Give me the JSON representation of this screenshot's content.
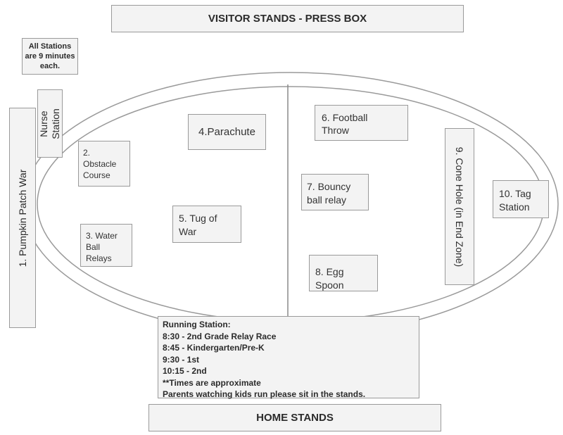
{
  "header": {
    "visitor_stands": "VISITOR STANDS - PRESS BOX"
  },
  "footer": {
    "home_stands": "HOME STANDS"
  },
  "note": {
    "stations_timing": "All Stations\nare 9 minutes\neach."
  },
  "side": {
    "pumpkin_patch_war": "1.    Pumpkin Patch War",
    "nurse_station": "Nurse\nStation",
    "cone_hole": "9. Cone Hole (in End Zone)"
  },
  "stations": {
    "obstacle_course": "2.\nObstacle\nCourse",
    "water_ball_relays": "3. Water\nBall\nRelays",
    "parachute": "4.Parachute",
    "tug_of_war": "5. Tug of\nWar",
    "football_throw": "6. Football\nThrow",
    "bouncy_ball_relay": "7. Bouncy\nball relay",
    "egg_spoon": "8. Egg\nSpoon",
    "tag_station": "10. Tag\nStation"
  },
  "running_station": {
    "title": "Running Station:",
    "lines": [
      "8:30 - 2nd Grade Relay Race",
      "8:45 - Kindergarten/Pre-K",
      "9:30 - 1st",
      "10:15 - 2nd",
      "**Times are approximate",
      "Parents watching kids run please sit in the stands."
    ]
  },
  "colors": {
    "box_fill": "#f3f3f3",
    "box_border": "#9a9a9a",
    "text": "#2b2b2b"
  }
}
